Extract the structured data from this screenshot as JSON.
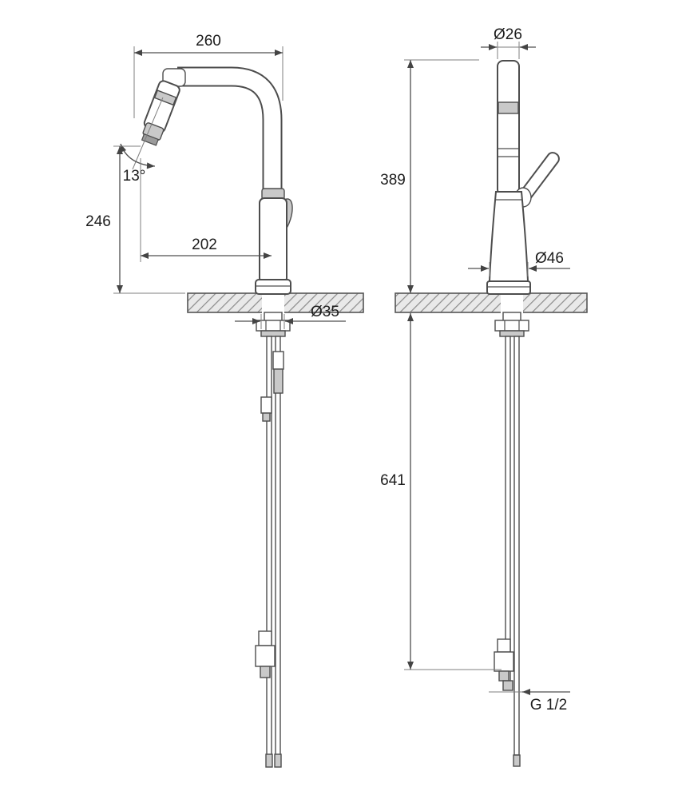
{
  "left_view": {
    "dim_top_width": "260",
    "dim_spray_angle": "13°",
    "dim_height": "246",
    "dim_reach": "202",
    "dim_shank_diameter": "Ø35"
  },
  "right_view": {
    "dim_tube_diameter": "Ø26",
    "dim_height_above_deck": "389",
    "dim_base_diameter": "Ø46",
    "dim_under_counter_length": "641",
    "dim_thread": "G 1/2"
  }
}
